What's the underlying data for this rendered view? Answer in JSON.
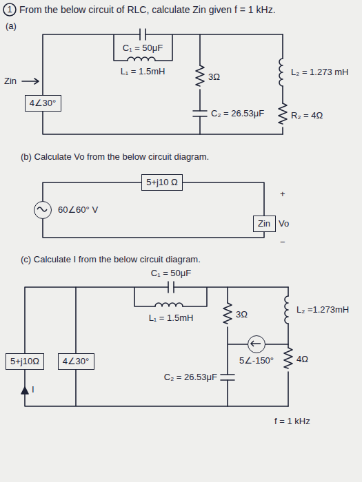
{
  "diagram": {
    "title": "From the below circuit of RLC, calculate Zin given f = 1 kHz.",
    "nodes": [
      {
        "text": [
          "4∠30°"
        ]
      },
      {
        "text": [
          "5+j10 Ω"
        ]
      },
      {
        "text": [
          "60∠60° V"
        ]
      },
      {
        "text": [
          "Zin"
        ]
      },
      {
        "text": [
          "5+j10Ω"
        ]
      },
      {
        "text": [
          "4∠30°"
        ]
      },
      {
        "text": [
          "5∠-150°"
        ]
      }
    ],
    "edges": [
      {
        "from": 2,
        "to": 1,
        "arrow": "none"
      },
      {
        "from": 1,
        "to": 3,
        "arrow": "none"
      },
      {
        "from": 3,
        "to": 2,
        "arrow": "none"
      },
      {
        "from": 4,
        "to": 5,
        "arrow": "none"
      }
    ],
    "labels": [
      "1",
      "(a)",
      "C₁ = 50μF",
      "L₁ = 1.5mH",
      "Zin",
      "3Ω",
      "L₂ = 1.273 mH",
      "C₂ = 26.53μF",
      "R₂ = 4Ω",
      "(b) Calculate Vo from the below circuit diagram.",
      "+",
      "Vo",
      "−",
      "(c) Calculate I from the below circuit diagram.",
      "C₁ = 50μF",
      "L₁ = 1.5mH",
      "3Ω",
      "L₂ =1.273mH",
      "C₂ = 26.53μF",
      "4Ω",
      "f = 1 kHz",
      "I"
    ]
  }
}
